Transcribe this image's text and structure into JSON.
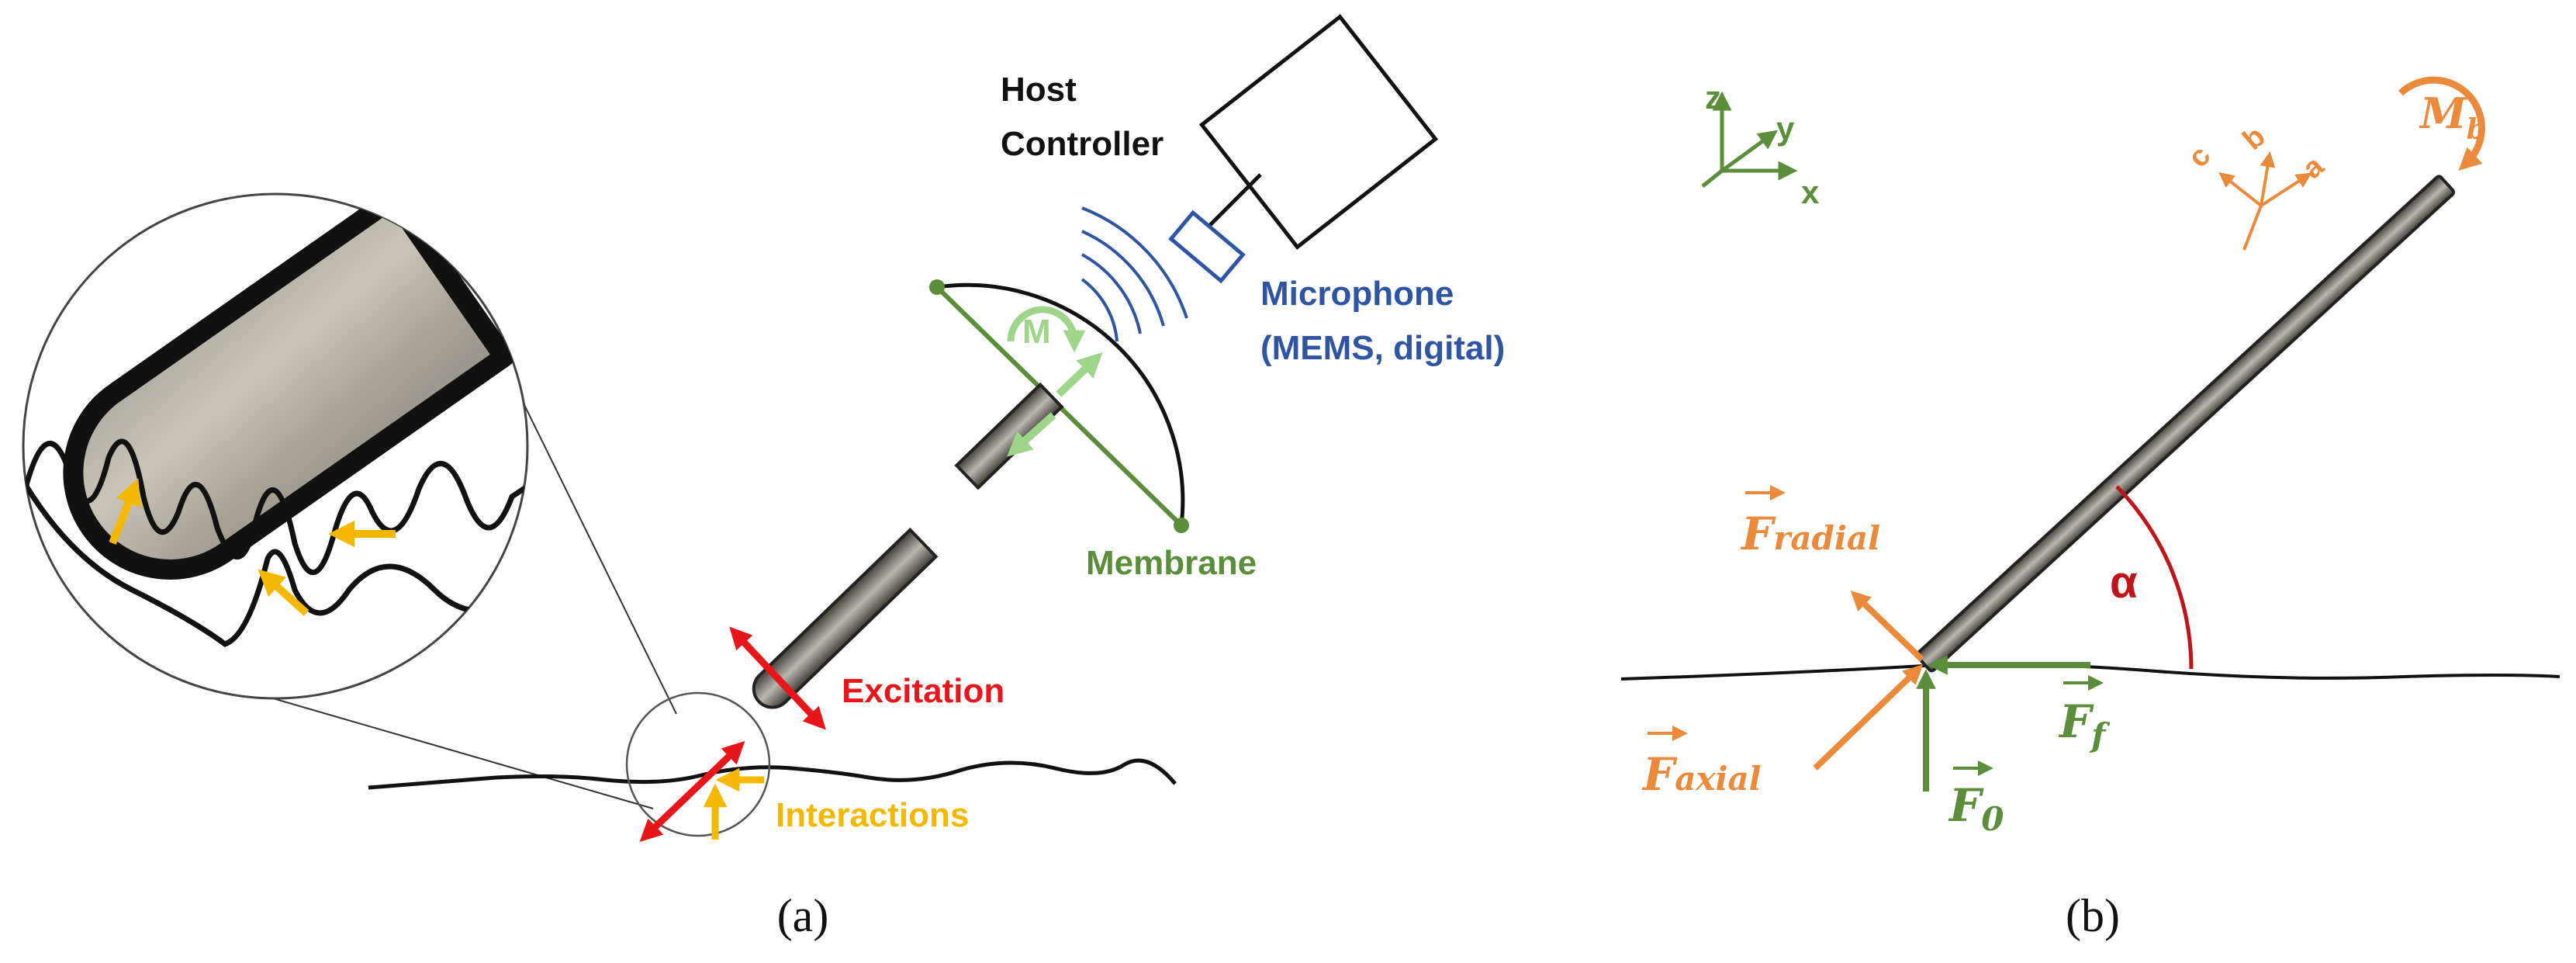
{
  "panel_a": {
    "caption": "(a)",
    "host_line1": "Host",
    "host_line2": "Controller",
    "microphone_line1": "Microphone",
    "microphone_line2": "(MEMS, digital)",
    "membrane": "Membrane",
    "moment_symbol": "M",
    "excitation": "Excitation",
    "interactions": "Interactions"
  },
  "panel_b": {
    "caption": "(b)",
    "axes": {
      "z": "z",
      "y": "y",
      "x": "x"
    },
    "local_axes": {
      "c": "c",
      "b": "b",
      "a": "a"
    },
    "moment": {
      "base": "M",
      "sub": "b"
    },
    "angle": "α",
    "f_radial": {
      "base": "F",
      "sub": "radial"
    },
    "f_axial": {
      "base": "F",
      "sub": "axial"
    },
    "f_friction": {
      "base": "F",
      "sub": "f"
    },
    "f_normal": {
      "base": "F",
      "sub": "0"
    }
  },
  "colors": {
    "green": "#5b8e3a",
    "light_green": "#9fd58a",
    "blue": "#2f55a2",
    "red": "#e8151b",
    "yellow": "#f5b800",
    "orange": "#ec8a3c",
    "dark_red": "#c0141b",
    "black": "#111111"
  }
}
